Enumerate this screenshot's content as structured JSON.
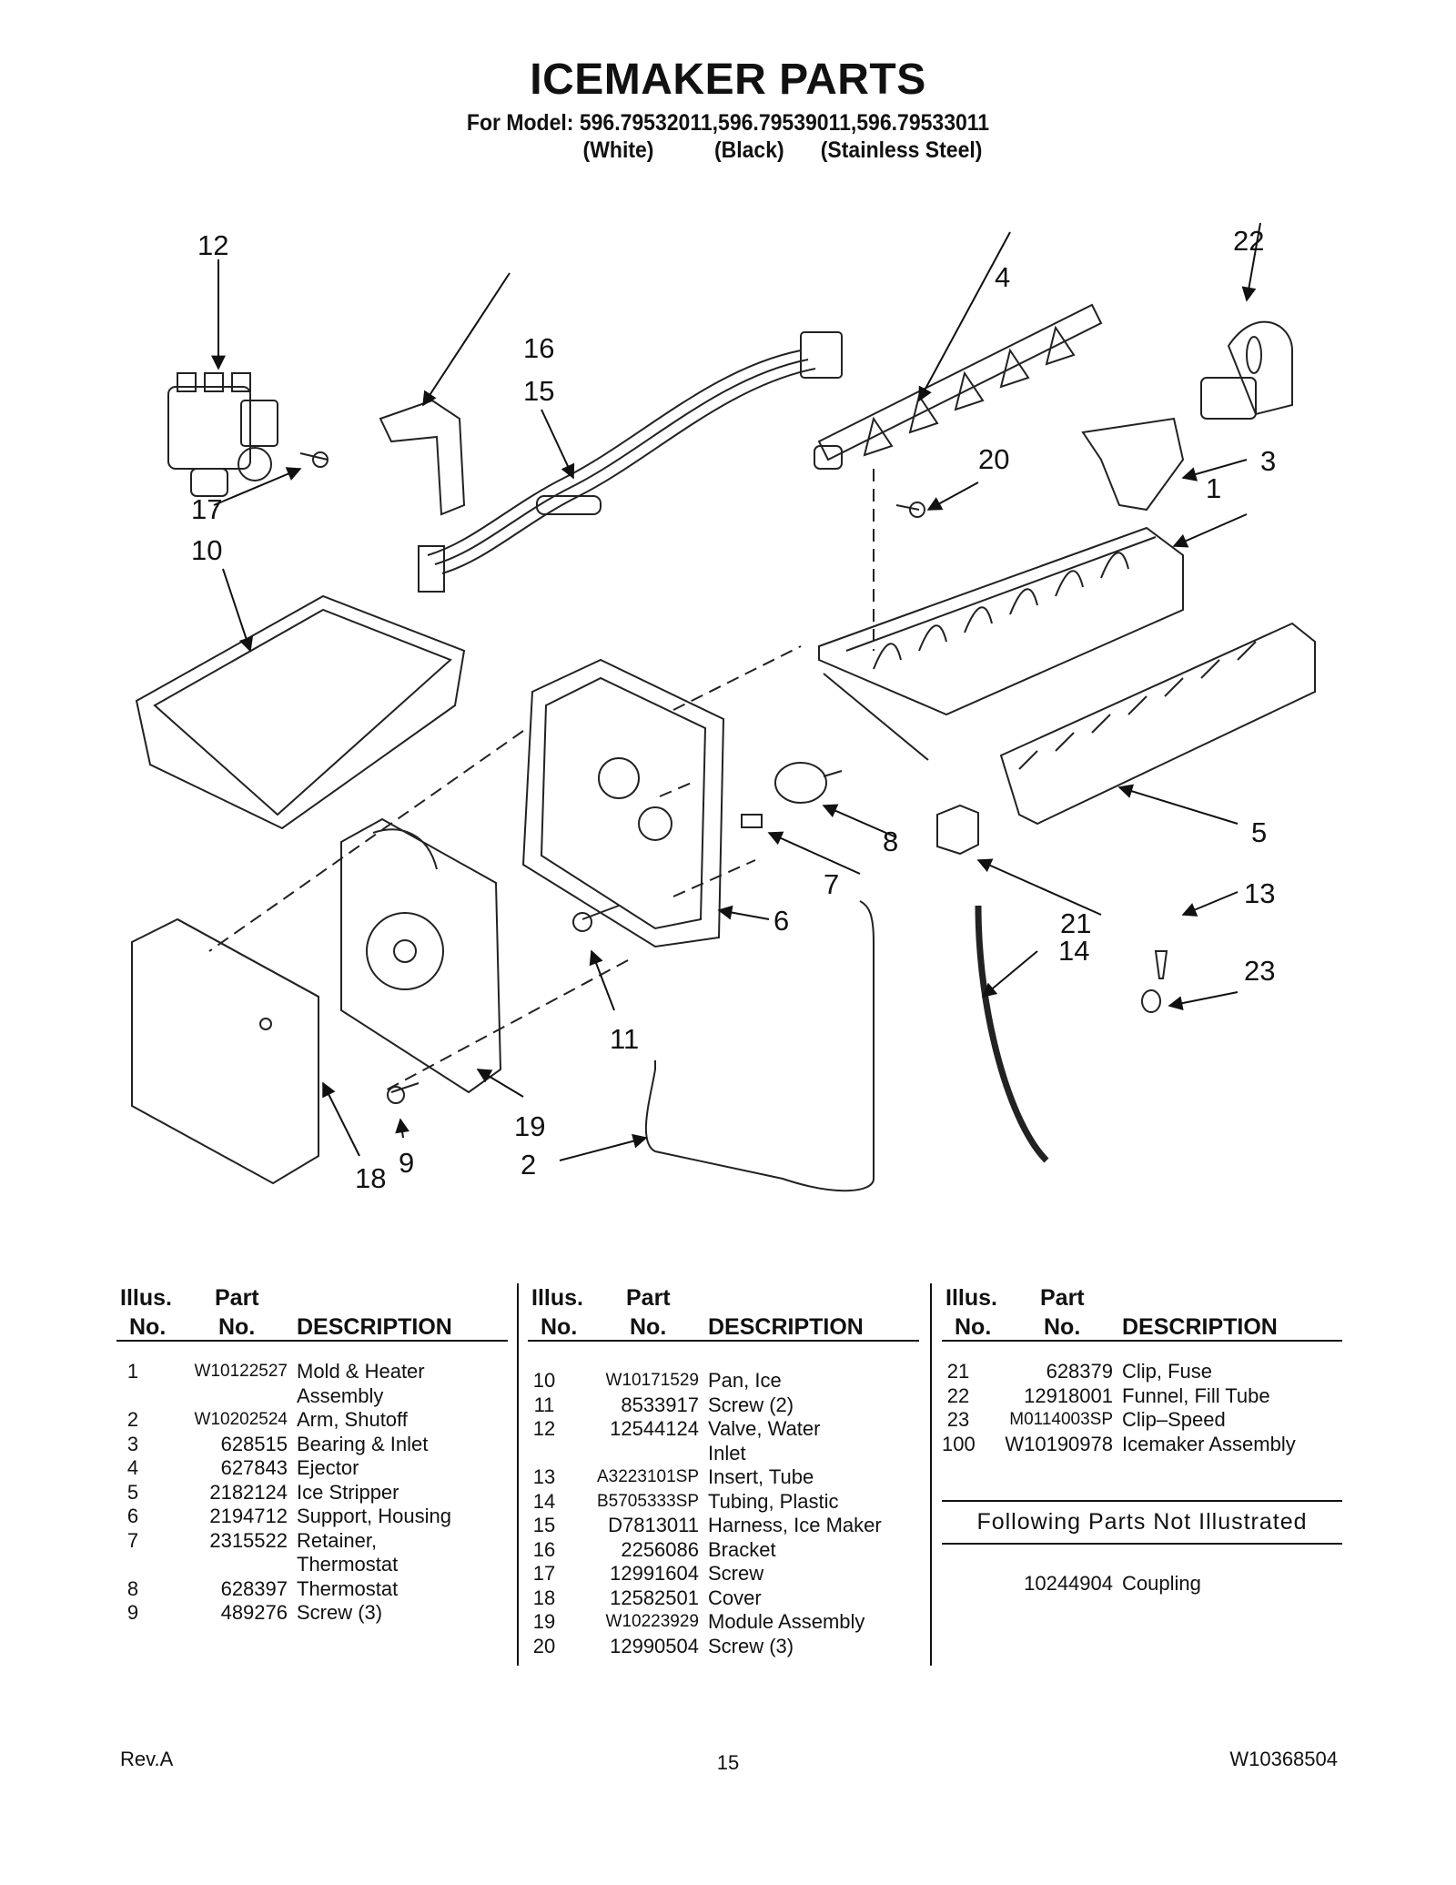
{
  "header": {
    "title": "ICEMAKER PARTS",
    "model_line": "For Model: 596.79532011,596.79539011,596.79533011",
    "color_white": "(White)",
    "color_black": "(Black)",
    "color_stainless": "(Stainless Steel)"
  },
  "diagram": {
    "callouts": [
      "1",
      "2",
      "3",
      "4",
      "5",
      "6",
      "7",
      "8",
      "9",
      "10",
      "11",
      "12",
      "13",
      "14",
      "15",
      "16",
      "17",
      "18",
      "19",
      "20",
      "21",
      "22",
      "23"
    ]
  },
  "table_headers": {
    "illus": "Illus.",
    "part": "Part",
    "no": "No.",
    "description": "DESCRIPTION"
  },
  "parts": {
    "col1": [
      {
        "illus": "1",
        "part": "W10122527",
        "desc": "Mold & Heater",
        "desc2": "Assembly"
      },
      {
        "illus": "2",
        "part": "W10202524",
        "desc": "Arm, Shutoff"
      },
      {
        "illus": "3",
        "part": "628515",
        "desc": "Bearing & Inlet"
      },
      {
        "illus": "4",
        "part": "627843",
        "desc": "Ejector"
      },
      {
        "illus": "5",
        "part": "2182124",
        "desc": "Ice Stripper"
      },
      {
        "illus": "6",
        "part": "2194712",
        "desc": "Support, Housing"
      },
      {
        "illus": "7",
        "part": "2315522",
        "desc": "Retainer,",
        "desc2": "Thermostat"
      },
      {
        "illus": "8",
        "part": "628397",
        "desc": "Thermostat"
      },
      {
        "illus": "9",
        "part": "489276",
        "desc": "Screw (3)"
      }
    ],
    "col2": [
      {
        "illus": "10",
        "part": "W10171529",
        "desc": "Pan, Ice"
      },
      {
        "illus": "11",
        "part": "8533917",
        "desc": "Screw (2)"
      },
      {
        "illus": "12",
        "part": "12544124",
        "desc": "Valve, Water",
        "desc2": "Inlet"
      },
      {
        "illus": "13",
        "part": "A3223101SP",
        "desc": "Insert, Tube"
      },
      {
        "illus": "14",
        "part": "B5705333SP",
        "desc": "Tubing, Plastic"
      },
      {
        "illus": "15",
        "part": "D7813011",
        "desc": "Harness, Ice Maker"
      },
      {
        "illus": "16",
        "part": "2256086",
        "desc": "Bracket"
      },
      {
        "illus": "17",
        "part": "12991604",
        "desc": "Screw"
      },
      {
        "illus": "18",
        "part": "12582501",
        "desc": "Cover"
      },
      {
        "illus": "19",
        "part": "W10223929",
        "desc": "Module Assembly"
      },
      {
        "illus": "20",
        "part": "12990504",
        "desc": "Screw (3)"
      }
    ],
    "col3": [
      {
        "illus": "21",
        "part": "628379",
        "desc": "Clip, Fuse"
      },
      {
        "illus": "22",
        "part": "12918001",
        "desc": "Funnel, Fill Tube"
      },
      {
        "illus": "23",
        "part": "M0114003SP",
        "desc": "Clip–Speed"
      },
      {
        "illus": "100",
        "part": "W10190978",
        "desc": "Icemaker Assembly"
      }
    ],
    "not_illustrated_title": "Following Parts Not Illustrated",
    "not_illustrated": [
      {
        "part": "10244904",
        "desc": "Coupling"
      }
    ]
  },
  "footer": {
    "rev": "Rev.A",
    "page": "15",
    "doc_number": "W10368504"
  }
}
